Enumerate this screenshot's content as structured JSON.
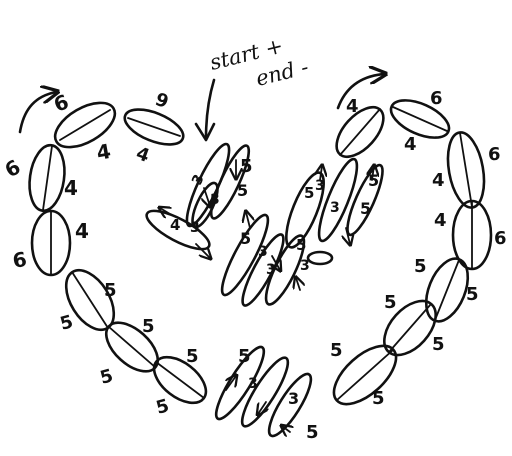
{
  "annotation": {
    "line1": "start +",
    "line2": "end -"
  },
  "labels": {
    "six": "6",
    "four": "4",
    "five": "5",
    "three": "3",
    "nine": "9"
  },
  "colors": {
    "ink": "#111111",
    "paper": "#ffffff"
  }
}
